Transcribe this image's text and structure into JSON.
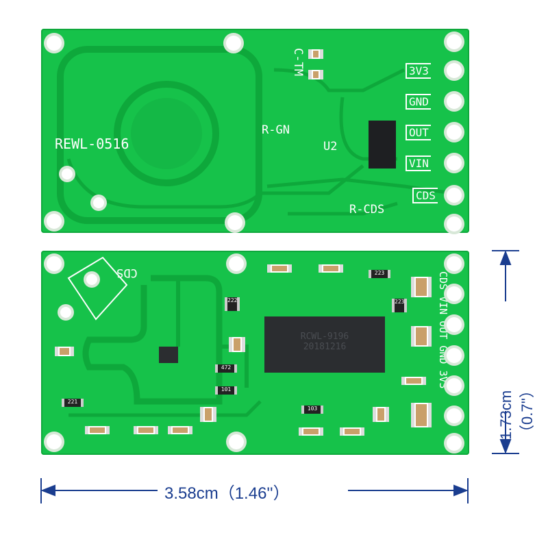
{
  "top_board": {
    "model_label": "REWL-0516",
    "c_tm_label": "C-TM",
    "r_gn_label": "R-GN",
    "u2_label": "U2",
    "r_cds_label": "R-CDS",
    "pins": [
      "3V3",
      "GND",
      "OUT",
      "VIN",
      "CDS"
    ]
  },
  "bottom_board": {
    "cds_label": "CDS",
    "chip_line1": "RCWL-9196",
    "chip_line2": "20181216",
    "pins_label": "CDS VIN OUT GND 3V3",
    "resistor_codes": [
      "222",
      "472",
      "101",
      "221",
      "223",
      "103",
      "223"
    ]
  },
  "dimensions": {
    "width": "3.58cm（1.46''）",
    "height": "1.73cm（0.7''）"
  },
  "colors": {
    "pcb": "#16c24a",
    "dimension": "#1a3d8f"
  }
}
